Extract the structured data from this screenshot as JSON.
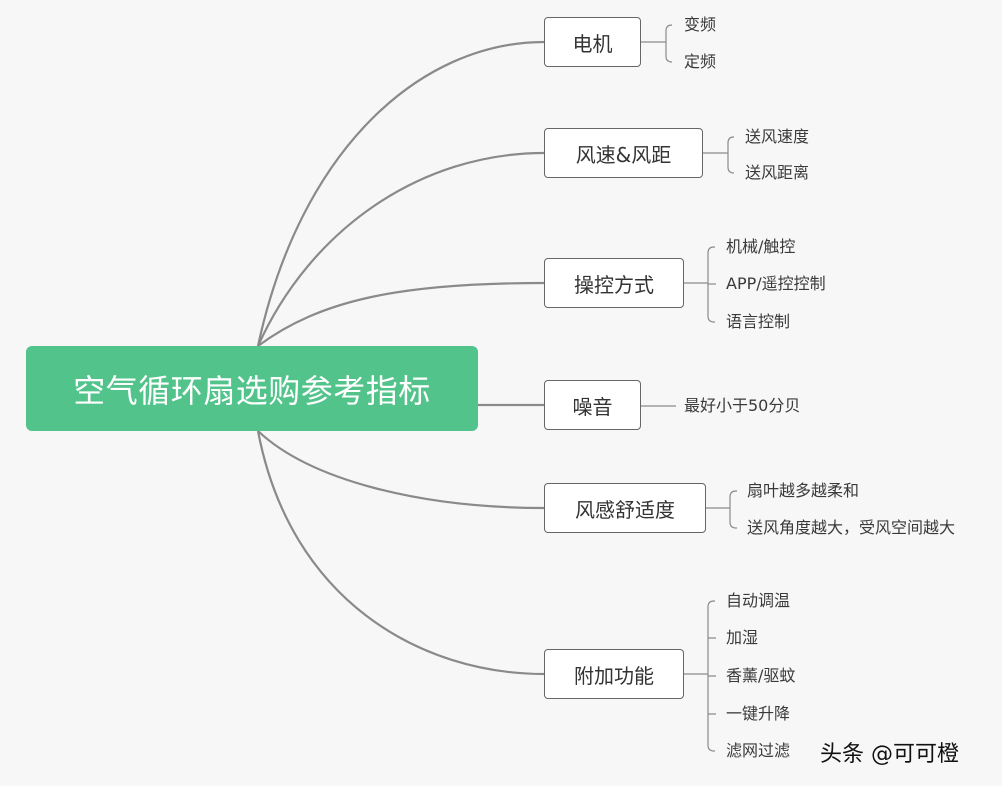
{
  "root": {
    "label": "空气循环扇选购参考指标"
  },
  "branches": [
    {
      "label": "电机",
      "children": [
        "变频",
        "定频"
      ]
    },
    {
      "label": "风速&风距",
      "children": [
        "送风速度",
        "送风距离"
      ]
    },
    {
      "label": "操控方式",
      "children": [
        "机械/触控",
        "APP/遥控控制",
        "语言控制"
      ]
    },
    {
      "label": "噪音",
      "children": [
        "最好小于50分贝"
      ]
    },
    {
      "label": "风感舒适度",
      "children": [
        "扇叶越多越柔和",
        "送风角度越大，受风空间越大"
      ]
    },
    {
      "label": "附加功能",
      "children": [
        "自动调温",
        "加湿",
        "香薰/驱蚊",
        "一键升降",
        "滤网过滤"
      ]
    }
  ],
  "watermark": "头条 @可可橙",
  "colors": {
    "root_fill": "#52c48b",
    "line": "#8a8a8a",
    "box_border": "#666666"
  }
}
